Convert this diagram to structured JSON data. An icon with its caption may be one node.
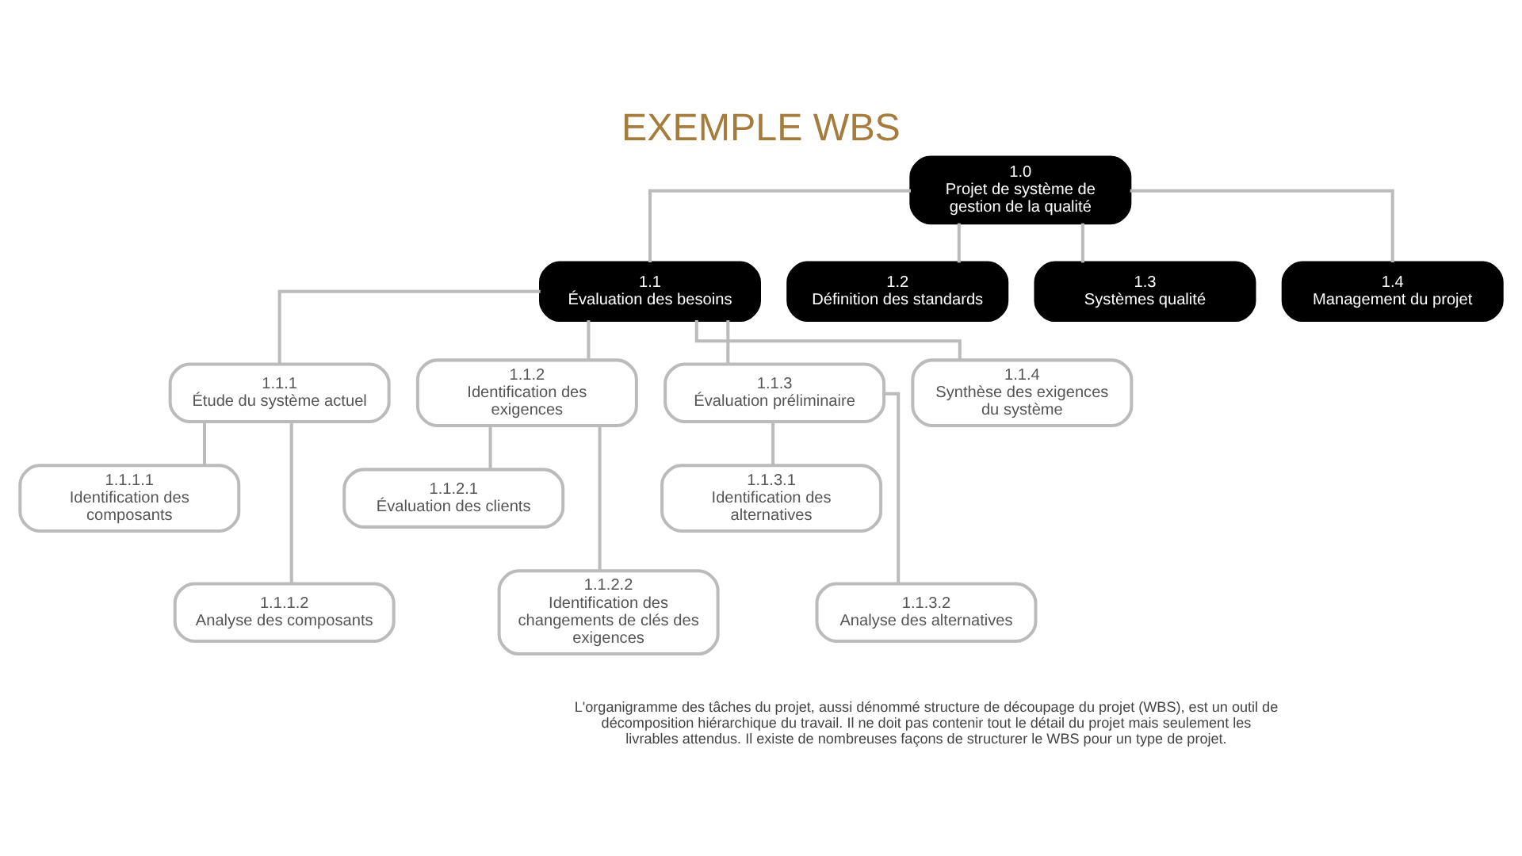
{
  "diagram": {
    "title": "EXEMPLE WBS",
    "nodes": [
      {
        "text": [
          "1.0",
          "Projet de système de gestion de la qualité"
        ]
      },
      {
        "text": [
          "1.1",
          "Évaluation des besoins"
        ]
      },
      {
        "text": [
          "1.2",
          "Définition des standards"
        ]
      },
      {
        "text": [
          "1.3",
          "Systèmes qualité"
        ]
      },
      {
        "text": [
          "1.4",
          "Management du projet"
        ]
      },
      {
        "text": [
          "1.1.1",
          "Étude du système actuel"
        ]
      },
      {
        "text": [
          "1.1.2",
          "Identification des exigences"
        ]
      },
      {
        "text": [
          "1.1.3",
          "Évaluation préliminaire"
        ]
      },
      {
        "text": [
          "1.1.4",
          "Synthèse des exigences du système"
        ]
      },
      {
        "text": [
          "1.1.1.1",
          "Identification des composants"
        ]
      },
      {
        "text": [
          "1.1.1.2",
          "Analyse des composants"
        ]
      },
      {
        "text": [
          "1.1.2.1",
          "Évaluation des clients"
        ]
      },
      {
        "text": [
          "1.1.2.2",
          "Identification des changements de clés des exigences"
        ]
      },
      {
        "text": [
          "1.1.3.1",
          "Identification des alternatives"
        ]
      },
      {
        "text": [
          "1.1.3.2",
          "Analyse des alternatives"
        ]
      }
    ],
    "edges": [
      {
        "from": 0,
        "to": 1,
        "arrow": "none"
      },
      {
        "from": 0,
        "to": 2,
        "arrow": "none"
      },
      {
        "from": 0,
        "to": 3,
        "arrow": "none"
      },
      {
        "from": 0,
        "to": 4,
        "arrow": "none"
      },
      {
        "from": 1,
        "to": 5,
        "arrow": "none"
      },
      {
        "from": 1,
        "to": 6,
        "arrow": "none"
      },
      {
        "from": 1,
        "to": 7,
        "arrow": "none"
      },
      {
        "from": 1,
        "to": 8,
        "arrow": "none"
      },
      {
        "from": 5,
        "to": 9,
        "arrow": "none"
      },
      {
        "from": 5,
        "to": 10,
        "arrow": "none"
      },
      {
        "from": 6,
        "to": 11,
        "arrow": "none"
      },
      {
        "from": 6,
        "to": 12,
        "arrow": "none"
      },
      {
        "from": 7,
        "to": 13,
        "arrow": "none"
      },
      {
        "from": 7,
        "to": 14,
        "arrow": "none"
      }
    ],
    "labels": [
      "L'organigramme des tâches du projet, aussi dénommé structure de découpage du projet (WBS), est un outil de décomposition hiérarchique du travail. Il ne doit pas contenir tout le détail du projet mais seulement les livrables attendus. Il existe de nombreuses façons de structurer le WBS pour un type de projet."
    ]
  }
}
